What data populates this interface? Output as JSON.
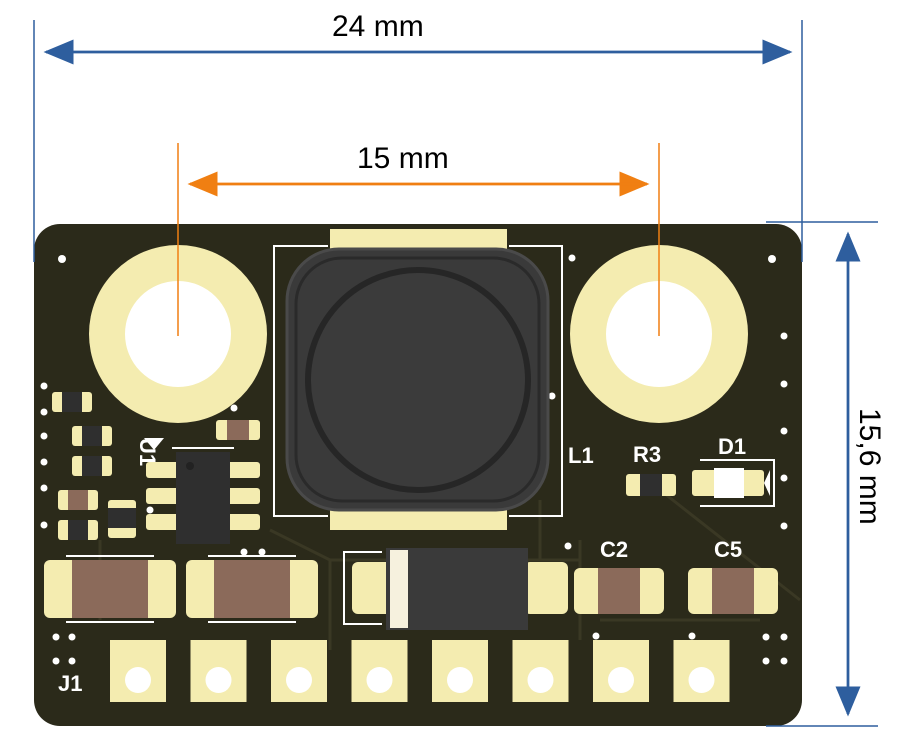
{
  "dimensions": {
    "width_label": "24  mm",
    "hole_spacing_label": "15 mm",
    "height_label": "15,6 mm"
  },
  "silkscreen": {
    "u1": "U1",
    "l1": "L1",
    "r3": "R3",
    "d1": "D1",
    "c2": "C2",
    "c5": "C5",
    "j1": "J1"
  },
  "colors": {
    "board": "#2b2a1a",
    "pad": "#f4ecb0",
    "silkscreen": "#ffffff",
    "dimension_blue": "#2e5e9e",
    "dimension_orange": "#f07f12",
    "capacitor_body": "#8b6a5a",
    "ic_body": "#2f2f2f"
  },
  "connector": {
    "pin_count": 8
  }
}
